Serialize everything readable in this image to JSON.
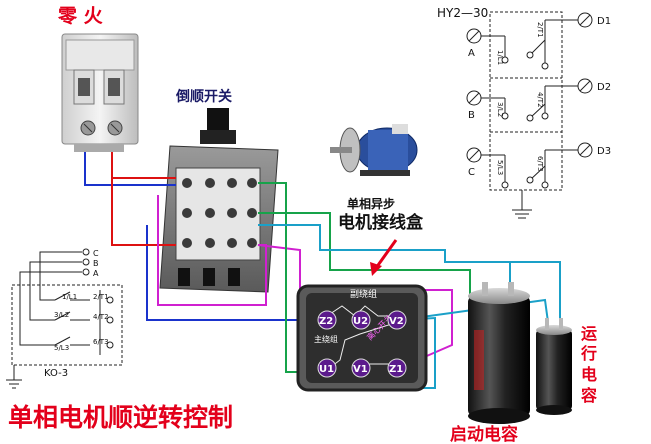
{
  "texts": {
    "zero_fire": "零 火",
    "reverse_switch": "倒顺开关",
    "single_phase_async": "单相异步",
    "motor_junction_box": "电机接线盒",
    "main_title": "单相电机顺逆转控制",
    "start_capacitor": "启动电容",
    "run_capacitor": "运行电容",
    "hy2_title": "HY2—30",
    "ko3": "KO-3",
    "aux_winding": "副绕组",
    "main_winding": "主绕组",
    "centrifugal_switch": "离心开关"
  },
  "hy2": {
    "left_terminals": [
      "A",
      "B",
      "C"
    ],
    "right_terminals": [
      "D1",
      "D2",
      "D3"
    ],
    "left_labels": [
      "1/L1",
      "3/L2",
      "5/L3"
    ],
    "right_labels": [
      "2/T1",
      "4/T2",
      "6/T3"
    ]
  },
  "ko3": {
    "inputs": [
      "C",
      "B",
      "A"
    ],
    "left_labels": [
      "1/L1",
      "3/L2",
      "5/L3"
    ],
    "right_labels": [
      "2/T1",
      "4/T2",
      "6/T3"
    ]
  },
  "junction_box": {
    "terminals": [
      "Z2",
      "U2",
      "V2",
      "U1",
      "V1",
      "Z1"
    ]
  },
  "colors": {
    "title_red": "#e3001b",
    "wire_blue": "#1a33cc",
    "wire_red": "#dd1111",
    "wire_green": "#16a34a",
    "wire_magenta": "#d020d0",
    "wire_cyan": "#1aa0c8",
    "terminal_purple": "#5b1a8c"
  },
  "icons": [
    "circuit-breaker-icon",
    "rotary-switch-icon",
    "motor-icon",
    "capacitor-icon"
  ]
}
